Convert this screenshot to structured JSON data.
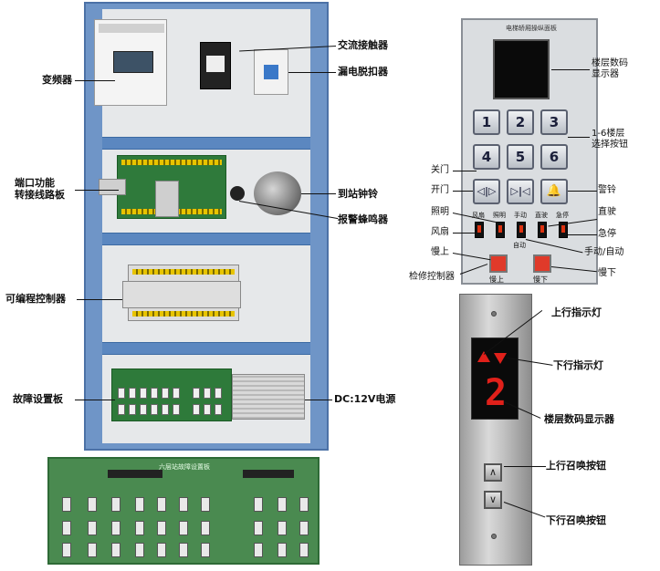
{
  "cabinet_labels": {
    "vfd": "变频器",
    "contactor": "交流接触器",
    "breaker": "漏电脱扣器",
    "port_board": "端口功能\n转接线路板",
    "arrival_bell": "到站钟铃",
    "alarm_buzzer": "报警蜂鸣器",
    "plc": "可编程控制器",
    "fault_board": "故障设置板",
    "psu": "DC:12V电源"
  },
  "fault_board": {
    "title": "六层站故障设置板"
  },
  "op_panel": {
    "title": "电梯轿厢操纵面板",
    "floor_keys": [
      "1",
      "2",
      "3",
      "4",
      "5",
      "6"
    ],
    "door_close_glyph": "◁|▷",
    "door_open_glyph": "▷|◁",
    "bell_glyph": "🔔",
    "switch_labels": [
      "风扇",
      "照明",
      "手动",
      "直驶",
      "急停"
    ],
    "switch_sub_label": "自动",
    "slow_up_label": "慢上",
    "slow_down_label": "慢下"
  },
  "op_labels": {
    "floor_display": "楼层数码\n显示器",
    "floor_keys": "1-6楼层\n选择按钮",
    "close_door": "关门",
    "open_door": "开门",
    "alarm_bell": "警铃",
    "lighting": "照明",
    "fan": "风扇",
    "express": "直驶",
    "emergency_stop": "急停",
    "manual_auto": "手动/自动",
    "slow_up": "慢上",
    "slow_down": "慢下",
    "service_controller": "检修控制器"
  },
  "hall_panel": {
    "floor_digit": "2",
    "up_call_glyph": "∧",
    "down_call_glyph": "∨"
  },
  "hall_labels": {
    "up_indicator": "上行指示灯",
    "down_indicator": "下行指示灯",
    "floor_display": "楼层数码显示器",
    "up_call": "上行召唤按钮",
    "down_call": "下行召唤按钮"
  },
  "colors": {
    "cabinet": "#6f95c7",
    "indicator_red": "#e0201a",
    "pcb_green": "#2f7a3b"
  }
}
